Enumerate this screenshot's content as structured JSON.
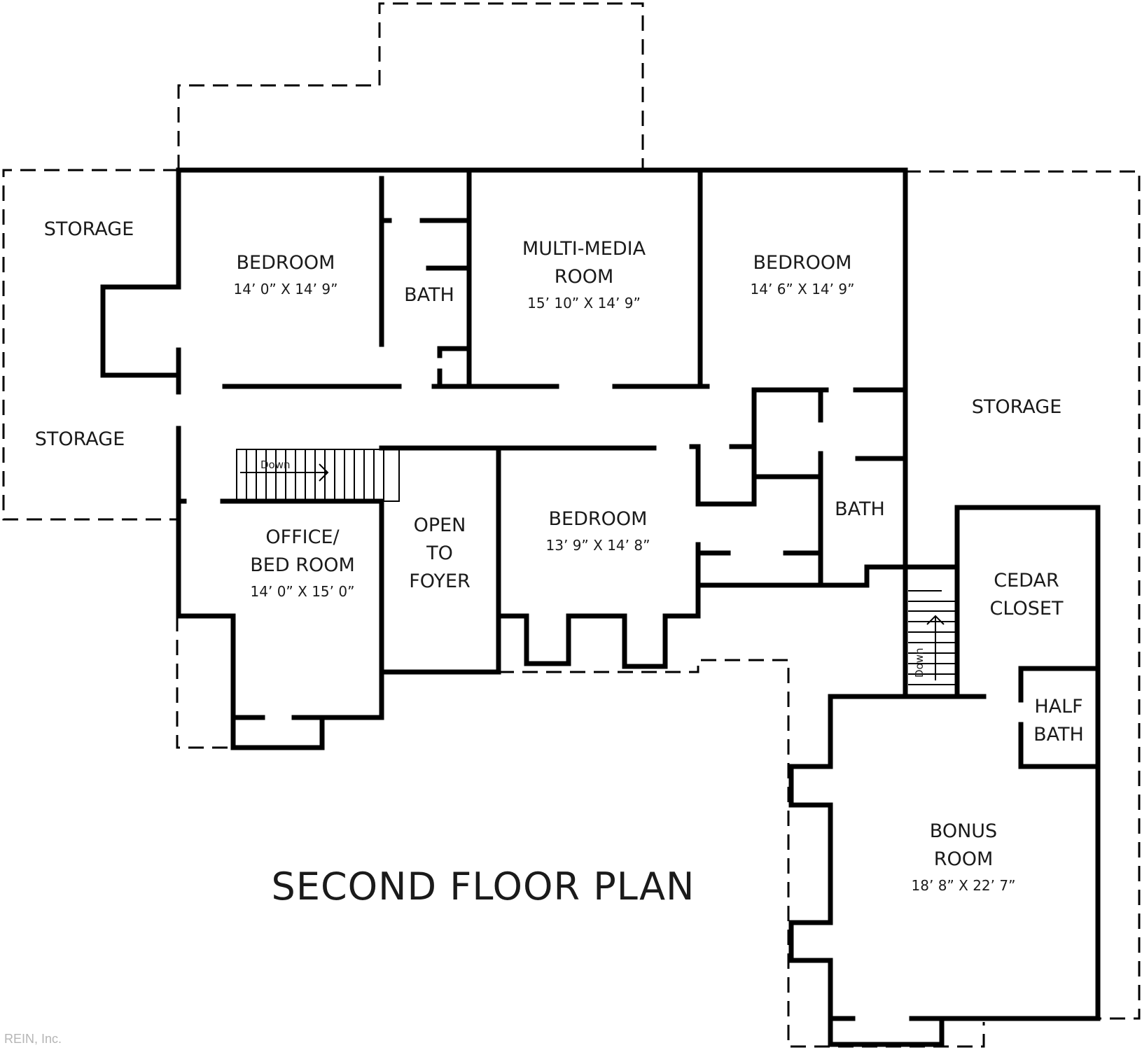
{
  "plan": {
    "title": "SECOND FLOOR PLAN",
    "watermark": "REIN, Inc."
  },
  "rooms": [
    {
      "id": "storage-top-left",
      "name": "STORAGE",
      "dims": ""
    },
    {
      "id": "storage-left",
      "name": "STORAGE",
      "dims": ""
    },
    {
      "id": "bedroom-1",
      "name": "BEDROOM",
      "dims": "14’ 0” X 14’ 9”"
    },
    {
      "id": "bath-1",
      "name": "BATH",
      "dims": ""
    },
    {
      "id": "multi-media",
      "name": "MULTI-MEDIA ROOM",
      "line1": "MULTI-MEDIA",
      "line2": "ROOM",
      "dims": "15’ 10” X 14’ 9”"
    },
    {
      "id": "bedroom-2",
      "name": "BEDROOM",
      "dims": "14’ 6” X 14’ 9”"
    },
    {
      "id": "storage-right",
      "name": "STORAGE",
      "dims": ""
    },
    {
      "id": "office",
      "name": "OFFICE/ BED ROOM",
      "line1": "OFFICE/",
      "line2": "BED ROOM",
      "dims": "14’ 0” X 15’ 0”"
    },
    {
      "id": "open-foyer",
      "name": "OPEN TO FOYER",
      "line1": "OPEN",
      "line2": "TO",
      "line3": "FOYER",
      "dims": ""
    },
    {
      "id": "bedroom-3",
      "name": "BEDROOM",
      "dims": "13’ 9” X 14’ 8”"
    },
    {
      "id": "bath-2",
      "name": "BATH",
      "dims": ""
    },
    {
      "id": "cedar-closet",
      "name": "CEDAR CLOSET",
      "line1": "CEDAR",
      "line2": "CLOSET",
      "dims": ""
    },
    {
      "id": "half-bath",
      "name": "HALF BATH",
      "line1": "HALF",
      "line2": "BATH",
      "dims": ""
    },
    {
      "id": "bonus-room",
      "name": "BONUS ROOM",
      "line1": "BONUS",
      "line2": "ROOM",
      "dims": "18’ 8” X 22’ 7”"
    }
  ],
  "stairs": [
    {
      "id": "stair-main",
      "label": "Down",
      "direction": "right"
    },
    {
      "id": "stair-bonus",
      "label": "Down",
      "direction": "up"
    }
  ]
}
